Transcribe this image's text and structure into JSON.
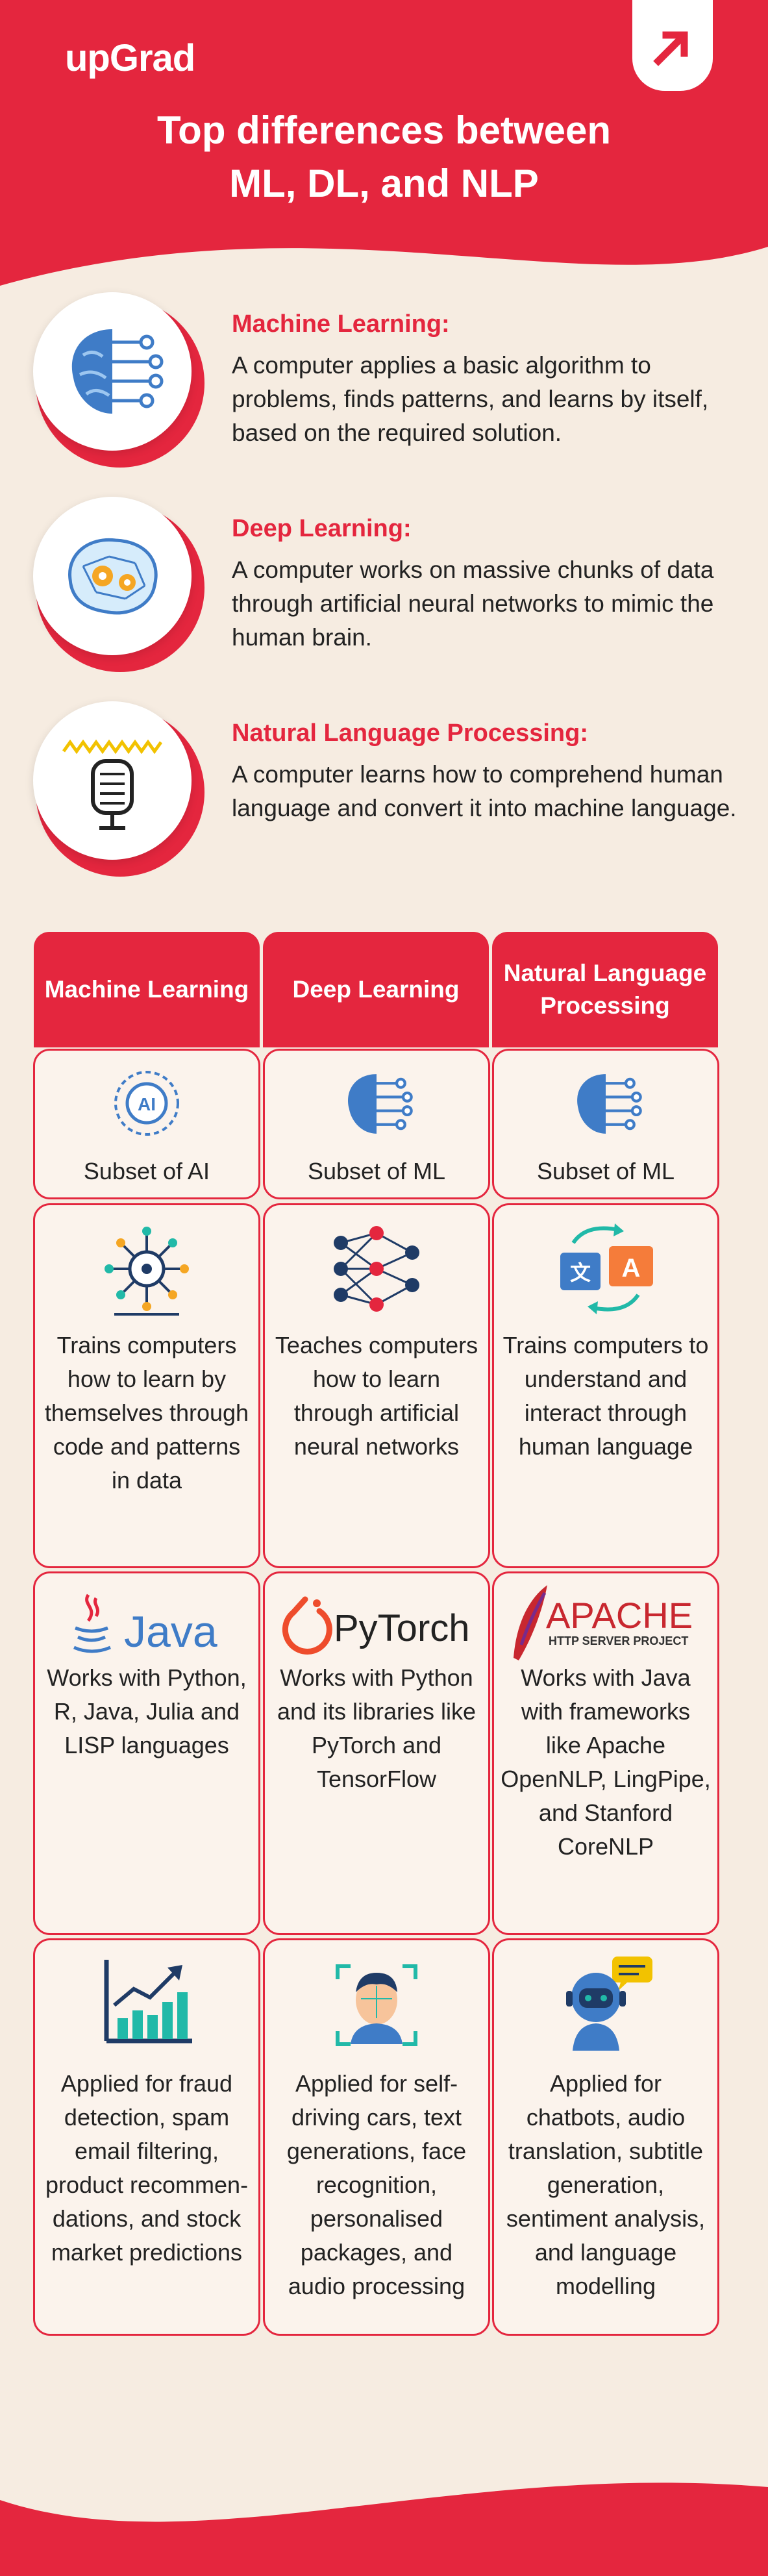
{
  "header": {
    "logo": "upGrad",
    "title_line1": "Top differences between",
    "title_line2": "ML, DL, and NLP"
  },
  "intro": [
    {
      "title": "Machine Learning:",
      "description": "A computer applies a basic algorithm to problems, finds patterns, and learns by itself, based on the required solution.",
      "icon": "brain-circuit-icon"
    },
    {
      "title": "Deep Learning:",
      "description": "A computer works on massive chunks of data through artificial neural networks to mimic the human brain.",
      "icon": "brain-gears-icon"
    },
    {
      "title": "Natural Language Processing:",
      "description": "A computer learns how to comprehend human language and convert it into machine language.",
      "icon": "microphone-icon"
    }
  ],
  "table": {
    "headers": [
      "Machine Learning",
      "Deep Learning",
      "Natural Language Processing"
    ],
    "rows": [
      {
        "cells": [
          "Subset of AI",
          "Subset of ML",
          "Subset of ML"
        ],
        "icons": [
          "ai-chip-icon",
          "brain-circuit-icon",
          "brain-circuit-icon"
        ]
      },
      {
        "cells": [
          "Trains computers how to learn by themselves through code and patterns in data",
          "Teaches computers how to learn through artificial neural networks",
          "Trains computers to understand and interact through human language"
        ],
        "icons": [
          "circuit-icon",
          "neural-network-icon",
          "translate-icon"
        ]
      },
      {
        "cells": [
          "Works with Python, R, Java, Julia and LISP languages",
          "Works with Python and its libraries like PyTorch and TensorFlow",
          "Works with Java with frameworks like Apache OpenNLP, LingPipe, and Stanford CoreNLP"
        ],
        "icons": [
          "java-logo",
          "pytorch-logo",
          "apache-logo"
        ]
      },
      {
        "cells": [
          "Applied for fraud detection, spam email filtering, product recommen-dations, and stock market predictions",
          "Applied for self-driving cars, text generations, face recognition, personalised packages, and audio processing",
          "Applied for chatbots, audio translation, subtitle generation, sentiment analysis, and language modelling"
        ],
        "icons": [
          "growth-chart-icon",
          "face-scan-icon",
          "chatbot-icon"
        ]
      }
    ]
  },
  "logos": {
    "java": "Java",
    "pytorch": "PyTorch",
    "apache": "APACHE",
    "apache_sub": "HTTP SERVER PROJECT",
    "ai_chip": "AI",
    "translate_a": "A",
    "translate_b": "文"
  },
  "colors": {
    "brand_red": "#e4263e",
    "background": "#f6ece1",
    "icon_blue": "#4a90e2",
    "navy": "#1f3b66"
  }
}
